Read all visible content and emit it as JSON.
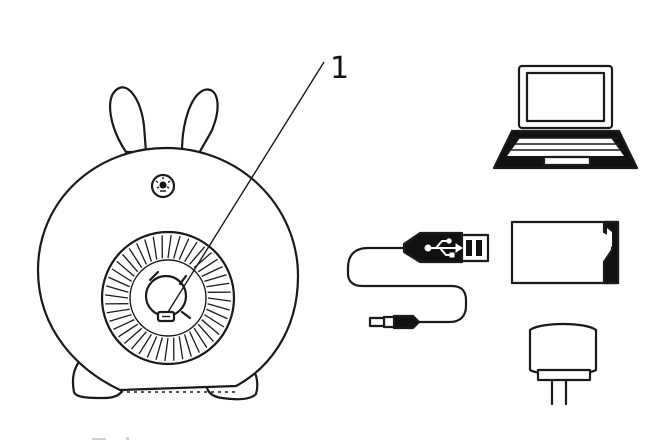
{
  "callout": {
    "number": "1"
  },
  "parts": {
    "device": {
      "icon": "rabbit-humidifier",
      "label_visible": false
    },
    "usb_cable": {
      "icon": "usb-to-micro-usb-cable"
    },
    "laptop": {
      "icon": "laptop-icon"
    },
    "power_bank": {
      "icon": "power-bank-icon"
    },
    "wall_adapter": {
      "icon": "usb-wall-adapter-icon"
    }
  },
  "colors": {
    "line": "#1a1a1a",
    "background": "#ffffff"
  }
}
